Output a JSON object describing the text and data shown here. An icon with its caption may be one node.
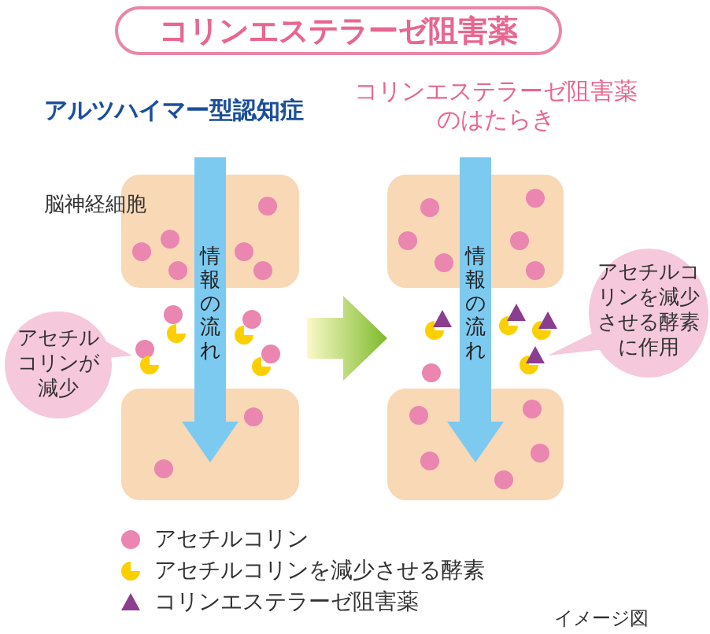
{
  "diagram": {
    "title": "コリンエステラーゼ阻害薬",
    "nodes": [
      {
        "text": [],
        "shape": "box",
        "beside": [
          "脳神経細胞"
        ]
      },
      {
        "text": [],
        "shape": "box"
      },
      {
        "text": [],
        "shape": "box"
      },
      {
        "text": [],
        "shape": "box"
      },
      {
        "text": [
          "アセチルコリンが減少"
        ]
      },
      {
        "text": [
          "アセチルコリンを減少させる酵素に作用"
        ]
      }
    ],
    "edges": [
      {
        "from": 0,
        "to": 1,
        "arrow": "to",
        "label": "情報の流れ"
      },
      {
        "from": 2,
        "to": 3,
        "arrow": "to",
        "label": "情報の流れ"
      },
      {
        "from": 0,
        "to": 2,
        "arrow": "to"
      }
    ],
    "labels": [
      "アルツハイマー型認知症",
      "コリンエステラーゼ阻害薬のはたらき",
      "イメージ図"
    ],
    "legend": [
      {
        "text": "アセチルコリン"
      },
      {
        "text": "アセチルコリンを減少させる酵素"
      },
      {
        "text": "コリンエステラーゼ阻害薬"
      }
    ]
  }
}
